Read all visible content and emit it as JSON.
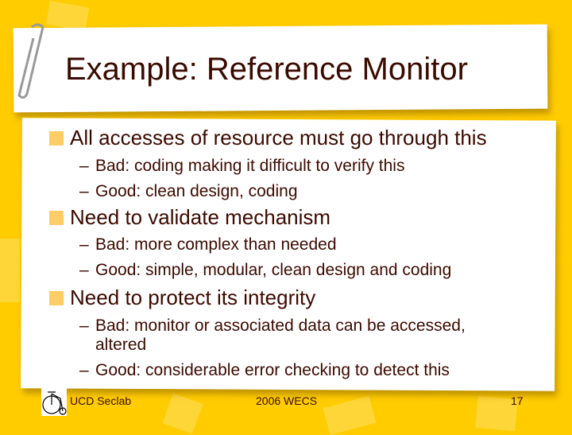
{
  "title": "Example: Reference Monitor",
  "bullets": [
    {
      "text": "All accesses of resource must go through this",
      "sub": [
        "Bad: coding making it difficult to verify this",
        "Good: clean design, coding"
      ]
    },
    {
      "text": "Need to validate mechanism",
      "sub": [
        "Bad: more complex than needed",
        "Good: simple, modular, clean design and coding"
      ]
    },
    {
      "text": "Need to protect its integrity",
      "sub": [
        "Bad: monitor or associated data can be accessed,",
        "altered",
        "Good: considerable error checking to detect this"
      ]
    }
  ],
  "footer": {
    "left": "UCD Seclab",
    "center": "2006 WECS",
    "page": "17"
  },
  "colors": {
    "background": "#ffcc00",
    "text": "#3a0a00",
    "bullet": "#ffcc66"
  }
}
